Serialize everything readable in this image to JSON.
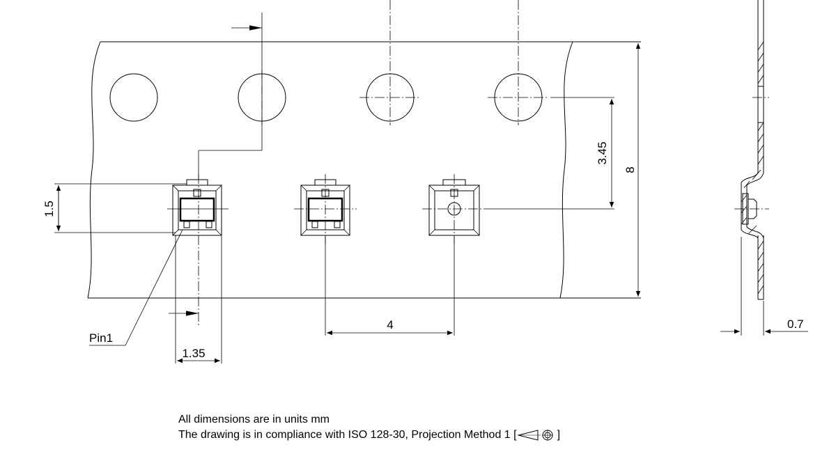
{
  "dimensions": {
    "pocket_height": "1.5",
    "hole_to_pocket": "3.45",
    "tape_width": "8",
    "pocket_pitch": "4",
    "pin_offset": "1.35",
    "tape_thickness": "0.7"
  },
  "labels": {
    "pin1": "Pin1"
  },
  "notes": {
    "line1": "All dimensions are in units mm",
    "line2_prefix": "The drawing is in compliance with ISO 128-30, Projection Method 1 [",
    "line2_suffix": "]"
  }
}
